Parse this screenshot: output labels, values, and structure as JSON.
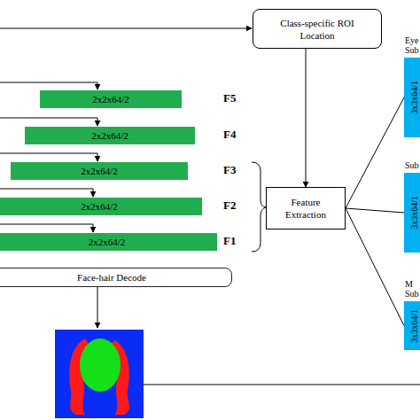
{
  "diagram": {
    "nodes": [
      {
        "text": [
          "Class-specific ROI Location"
        ]
      },
      {
        "text": [
          "2x2x64/2"
        ]
      },
      {
        "text": [
          "2x2x64/2"
        ]
      },
      {
        "text": [
          "2x2x64/2"
        ]
      },
      {
        "text": [
          "2x2x64/2"
        ]
      },
      {
        "text": [
          "2x2x64/2"
        ]
      },
      {
        "text": [
          "Face-hair Decode"
        ]
      },
      {
        "text": [
          "Feature Extraction"
        ]
      },
      {
        "text": [
          "Eye Sub",
          "3x3x64/1"
        ]
      },
      {
        "text": [
          "Sub",
          "3x3x64/1"
        ]
      },
      {
        "text": [
          "M Sub",
          "3x3x64/1"
        ]
      }
    ],
    "edges": [
      {
        "from": 0,
        "to": 7,
        "arrow": "to"
      },
      {
        "from": 7,
        "to": 8,
        "arrow": "none"
      },
      {
        "from": 7,
        "to": 9,
        "arrow": "none"
      },
      {
        "from": 7,
        "to": 10,
        "arrow": "none"
      }
    ],
    "labels": [
      "F5",
      "F4",
      "F3",
      "F2",
      "F1"
    ]
  }
}
